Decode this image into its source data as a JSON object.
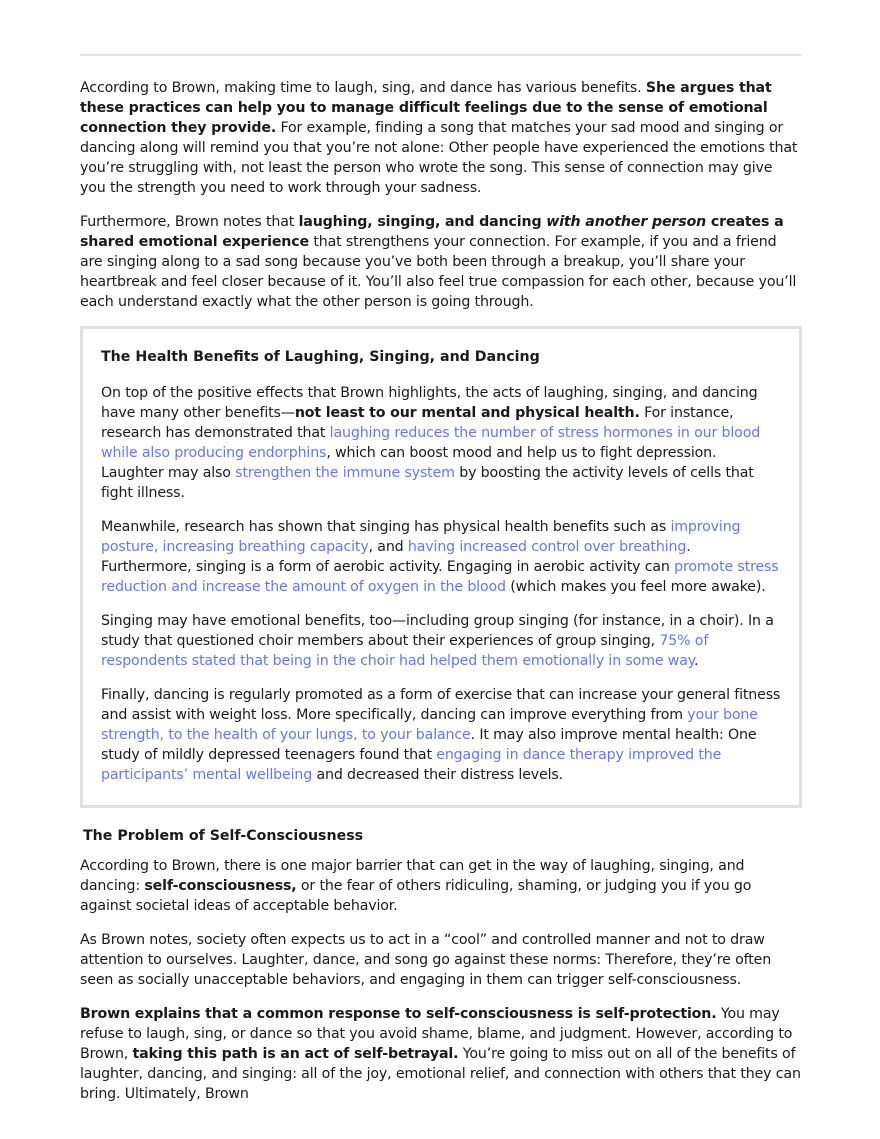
{
  "colors": {
    "link": "#6878e0",
    "box_border": "#e0e0e0",
    "rule": "#e3e3e3"
  },
  "intro": [
    [
      {
        "t": "According to Brown, making time to laugh, sing, and dance has various benefits. "
      },
      {
        "t": "She argues that these practices can help you to manage difficult feelings due to the sense of emotional connection they provide.",
        "s": "b"
      },
      {
        "t": " For example, finding a song that matches your sad mood and singing or dancing along will remind you that you’re not alone: Other people have experienced the emotions that you’re struggling with, not least the person who wrote the song. This sense of connection may give you the strength you need to work through your sadness."
      }
    ],
    [
      {
        "t": "Furthermore, Brown notes that "
      },
      {
        "t": "laughing, singing, and dancing ",
        "s": "b"
      },
      {
        "t": "with another person",
        "s": "bi"
      },
      {
        "t": " creates a shared emotional experience",
        "s": "b"
      },
      {
        "t": " that strengthens your connection. For example, if you and a friend are singing along to a sad song because you’ve both been through a breakup, you’ll share your heartbreak and feel closer because of it. You’ll also feel true compassion for each other, because you’ll each understand exactly what the other person is going through."
      }
    ]
  ],
  "box": {
    "title": "The Health Benefits of Laughing, Singing, and Dancing",
    "paragraphs": [
      [
        {
          "t": "On top of the positive effects that Brown highlights, the acts of laughing, singing, and dancing have many other benefits—"
        },
        {
          "t": "not least to our mental and physical health.",
          "s": "b"
        },
        {
          "t": " For instance, research has demonstrated that "
        },
        {
          "t": "laughing reduces the number of stress hormones in our blood while also producing endorphins",
          "s": "a"
        },
        {
          "t": ", which can boost mood and help us to fight depression. Laughter may also "
        },
        {
          "t": "strengthen the immune system",
          "s": "a"
        },
        {
          "t": " by boosting the activity levels of cells that fight illness."
        }
      ],
      [
        {
          "t": "Meanwhile, research has shown that singing has physical health benefits such as "
        },
        {
          "t": "improving posture, increasing breathing capacity",
          "s": "a"
        },
        {
          "t": ", and "
        },
        {
          "t": "having increased control over breathing",
          "s": "a"
        },
        {
          "t": ". Furthermore, singing is a form of aerobic activity. Engaging in aerobic activity can "
        },
        {
          "t": "promote stress reduction and increase the amount of oxygen in the blood",
          "s": "a"
        },
        {
          "t": " (which makes you feel more awake)."
        }
      ],
      [
        {
          "t": "Singing may have emotional benefits, too—including group singing (for instance, in a choir). In a study that questioned choir members about their experiences of group singing, "
        },
        {
          "t": "75% of respondents stated that being in the choir had helped them emotionally in some way",
          "s": "a"
        },
        {
          "t": "."
        }
      ],
      [
        {
          "t": "Finally, dancing is regularly promoted as a form of exercise that can increase your general fitness and assist with weight loss. More specifically, dancing can improve everything from "
        },
        {
          "t": "your bone strength, to the health of your lungs, to your balance",
          "s": "a"
        },
        {
          "t": ". It may also improve mental health: One study of mildly depressed teenagers found that "
        },
        {
          "t": "engaging in dance therapy improved the participants’ mental wellbeing",
          "s": "a"
        },
        {
          "t": " and decreased their distress levels."
        }
      ]
    ]
  },
  "section": {
    "title": "The Problem of Self-Consciousness",
    "paragraphs": [
      [
        {
          "t": "According to Brown, there is one major barrier that can get in the way of laughing, singing, and dancing: "
        },
        {
          "t": "self-consciousness,",
          "s": "b"
        },
        {
          "t": " or the fear of others ridiculing, shaming, or judging you if you go against societal ideas of acceptable behavior."
        }
      ],
      [
        {
          "t": "As Brown notes, society often expects us to act in a “cool” and controlled manner and not to draw attention to ourselves. Laughter, dance, and song go against these norms: Therefore, they’re often seen as socially unacceptable behaviors, and engaging in them can trigger self-consciousness."
        }
      ],
      [
        {
          "t": "Brown explains that a common response to self-consciousness is self-protection.",
          "s": "b"
        },
        {
          "t": " You may refuse to laugh, sing, or dance so that you avoid shame, blame, and judgment. However, according to Brown, "
        },
        {
          "t": "taking this path is an act of self-betrayal.",
          "s": "b"
        },
        {
          "t": " You’re going to miss out on all of the benefits of laughter, dancing, and singing: all of the joy, emotional relief, and connection with others that they can bring. Ultimately, Brown"
        }
      ]
    ]
  }
}
